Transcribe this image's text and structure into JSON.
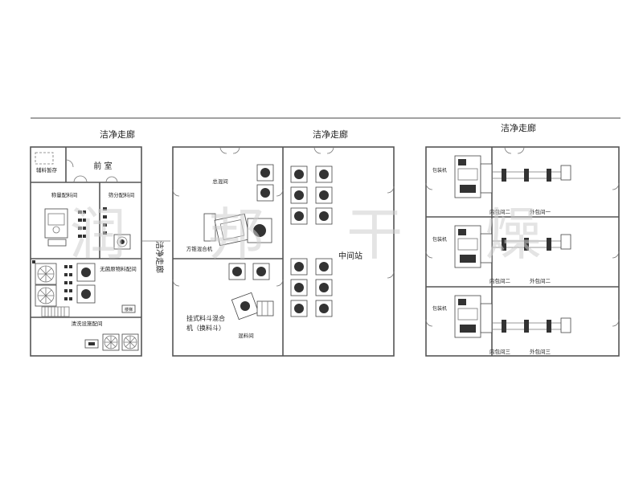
{
  "corridors": {
    "left": "洁净走廊",
    "middle": "洁净走廊",
    "right": "洁净走廊"
  },
  "left_block": {
    "aux_room": "辅料暂存",
    "office": "前 室",
    "weighing_room": "称量配料间",
    "sub_room": "筛分配料间",
    "packing_room": "无菌原物料配间",
    "washing_room": "清洗设施配间",
    "stair_label": "楼梯",
    "side_corridor": "洁净走廊"
  },
  "middle_block": {
    "upper_room": "总混间",
    "mixer": "方锥混合机",
    "lower_room_line1": "挂式料斗混合",
    "lower_room_line2": "机（换料斗）",
    "lower_room_sub": "混料间",
    "station": "中间站"
  },
  "right_block": {
    "rooms": [
      {
        "machine": "包装机",
        "inner": "内包间二",
        "outer": "外包间一"
      },
      {
        "machine": "包装机",
        "inner": "内包间二",
        "outer": "外包间二"
      },
      {
        "machine": "包装机",
        "inner": "内包间三",
        "outer": "外包间三"
      }
    ]
  },
  "watermark": "润 邦 干 燥"
}
